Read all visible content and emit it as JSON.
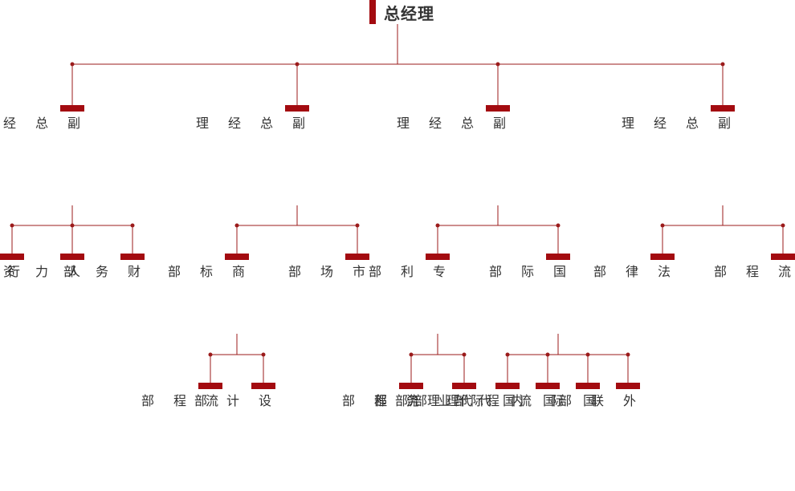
{
  "root": {
    "label": "总经理"
  },
  "vps": [
    {
      "label": "副总经理",
      "departments": [
        {
          "label": "行政部",
          "subs": []
        },
        {
          "label": "人力资源部",
          "subs": []
        },
        {
          "label": "财务部",
          "subs": []
        }
      ]
    },
    {
      "label": "副总经理",
      "departments": [
        {
          "label": "商标部",
          "subs": [
            {
              "label": "流程部"
            },
            {
              "label": "设计部"
            }
          ]
        },
        {
          "label": "市场部",
          "subs": []
        }
      ]
    },
    {
      "label": "副总经理",
      "departments": [
        {
          "label": "专利部",
          "subs": [
            {
              "label": "流程部"
            },
            {
              "label": "代理部"
            }
          ]
        },
        {
          "label": "国际部",
          "subs": [
            {
              "label": "国际业务部"
            },
            {
              "label": "国内代理部"
            },
            {
              "label": "国际流程部"
            },
            {
              "label": "外联部"
            }
          ]
        }
      ]
    },
    {
      "label": "副总经理",
      "departments": [
        {
          "label": "法律部",
          "subs": []
        },
        {
          "label": "流程部",
          "subs": []
        }
      ]
    }
  ],
  "colors": {
    "accent": "#a30b10",
    "line": "#9b1b1b",
    "text": "#333333"
  }
}
